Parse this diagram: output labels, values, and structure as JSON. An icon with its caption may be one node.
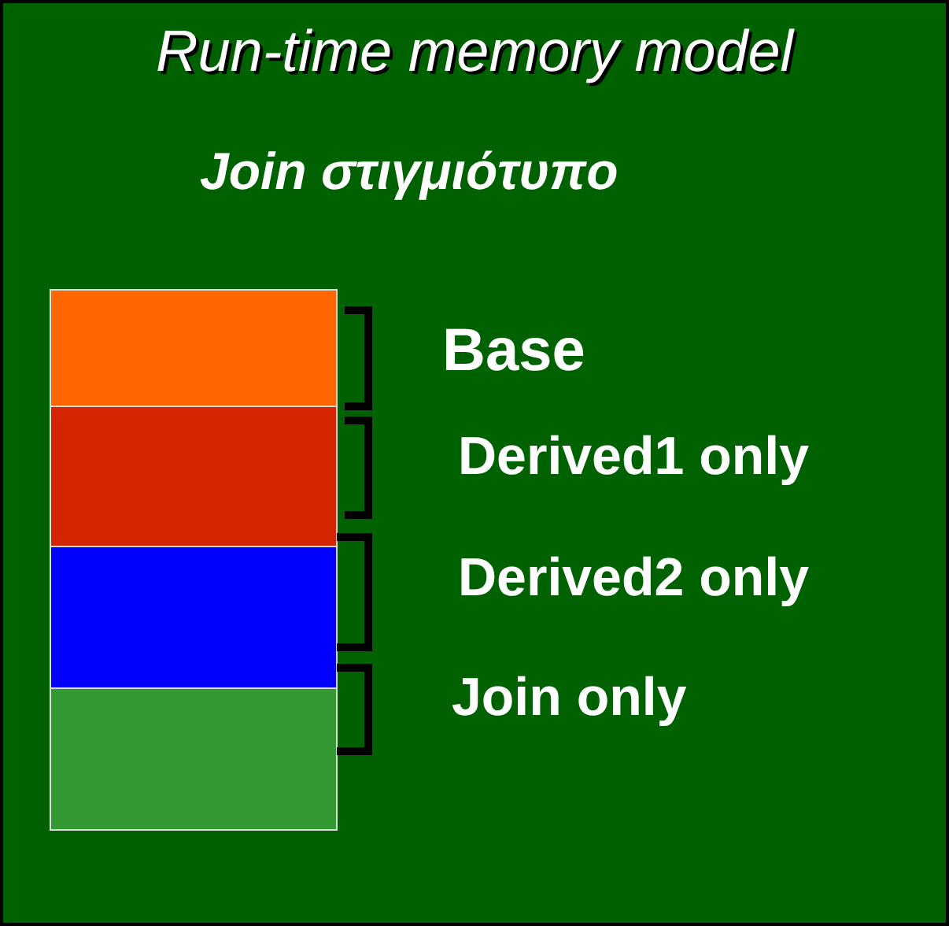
{
  "diagram": {
    "title": "Run-time memory model",
    "labels": [
      "Join στιγμιότυπο",
      "Base",
      "Derived1 only",
      "Derived2 only",
      "Join only"
    ]
  }
}
